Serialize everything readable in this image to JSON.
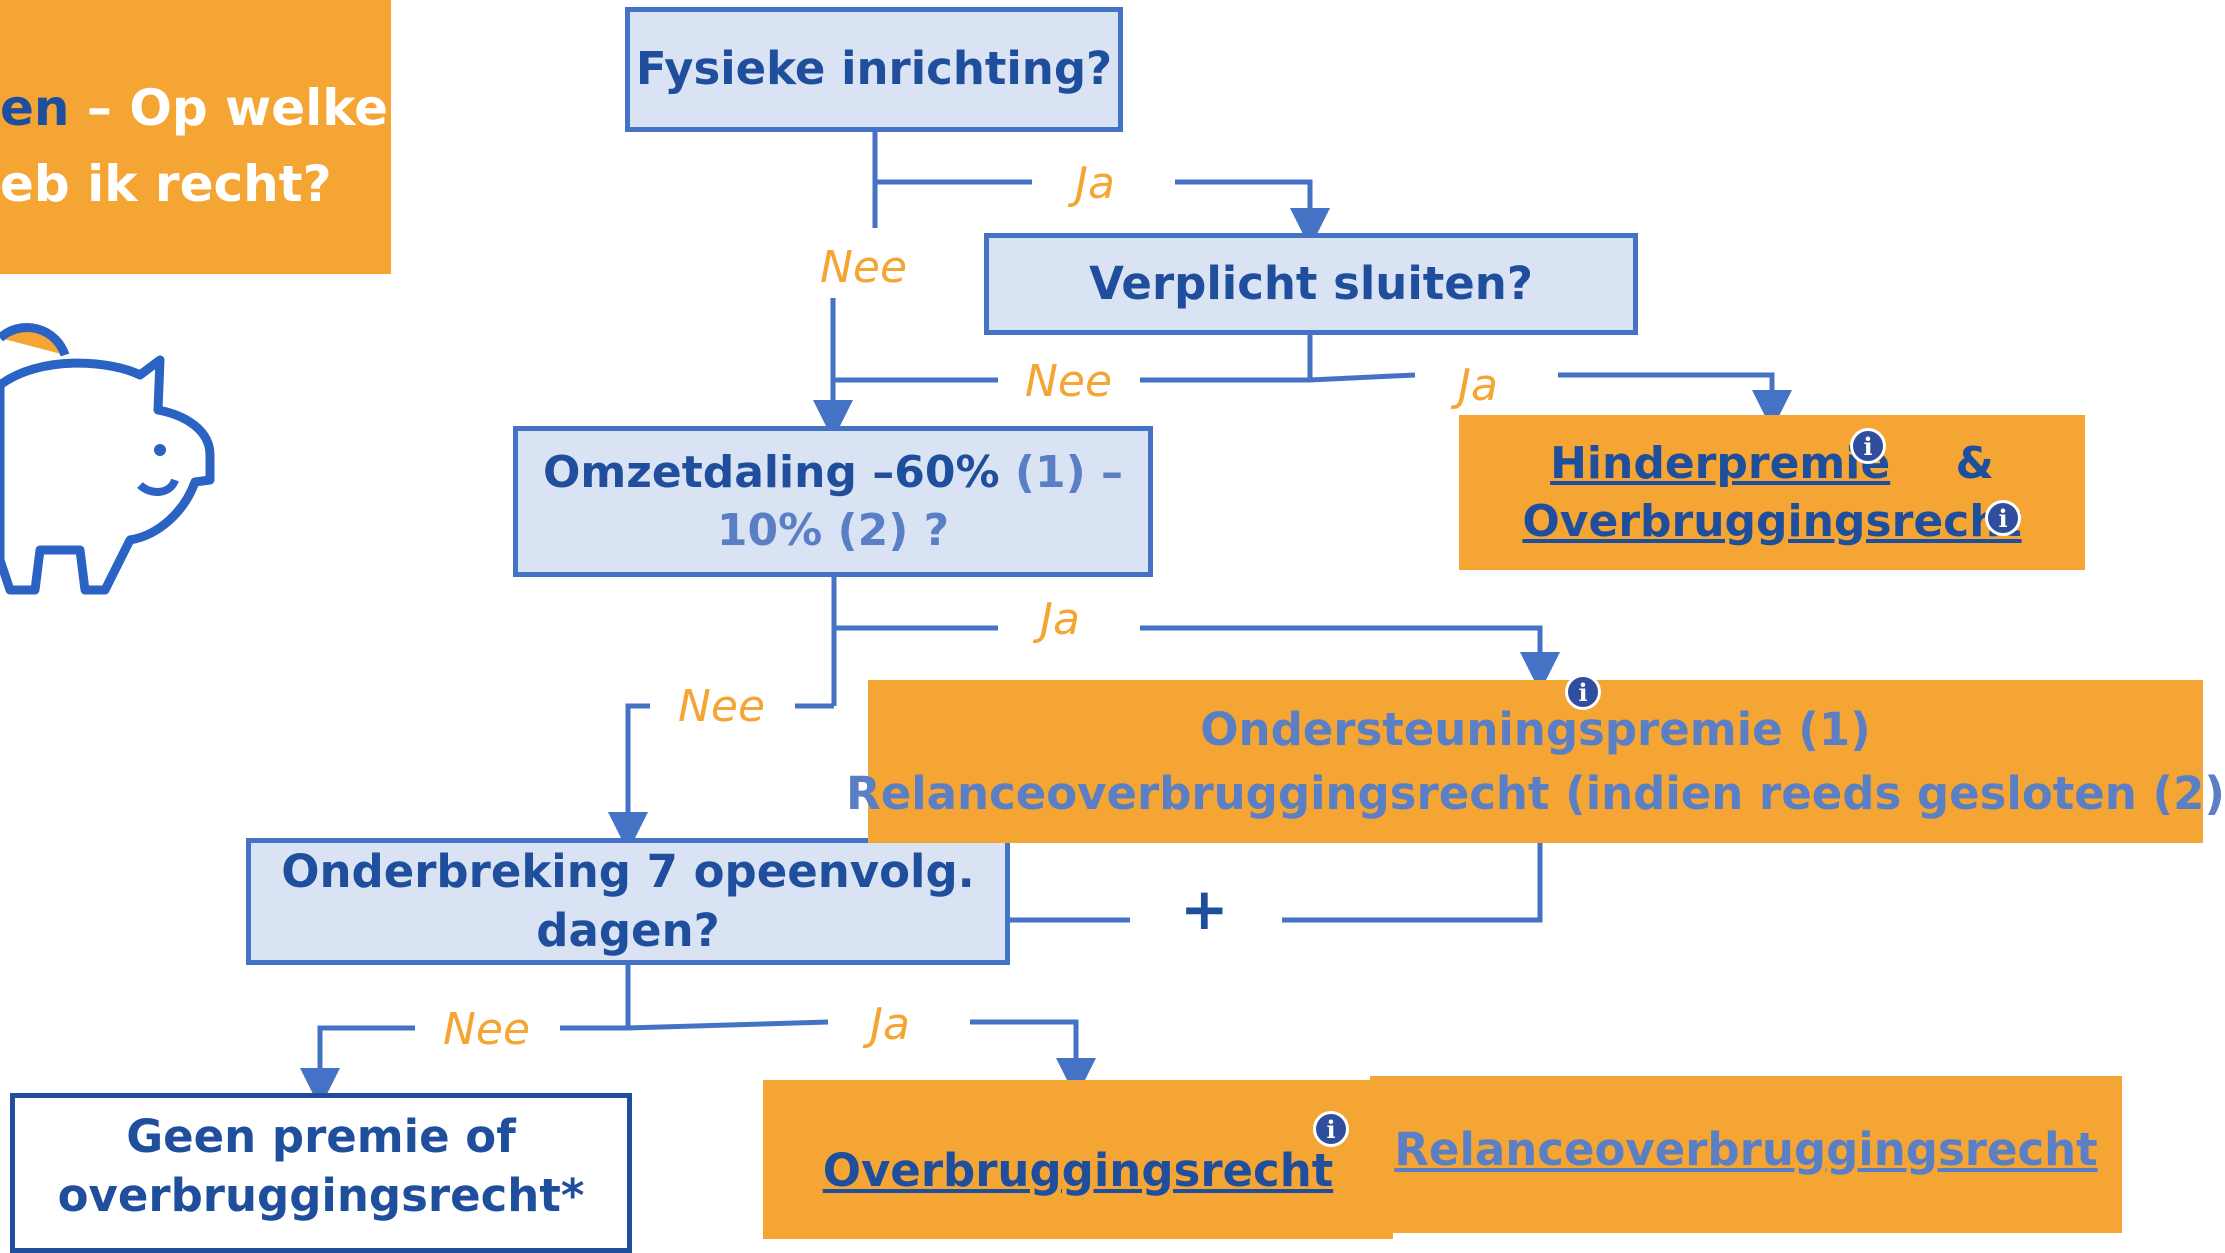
{
  "title": {
    "line1_prefix": "en",
    "line1_rest": " – Op welke",
    "line2": "eb ik recht?"
  },
  "questions": {
    "q1": "Fysieke inrichting?",
    "q2": "Verplicht sluiten?",
    "q3_main": "Omzetdaling –60%",
    "q3_alt1": " (1) –",
    "q3_alt2": "10% (2) ?",
    "q4_line1": "Onderbreking 7 opeenvolg.",
    "q4_line2": "dagen?"
  },
  "answers": {
    "ja": "Ja",
    "nee": "Nee",
    "plus": "+"
  },
  "results": {
    "hinderpremie": "Hinderpremie",
    "ampersand": "&",
    "overbrugging_top": "Overbruggingsrecht",
    "ondersteuning": "Ondersteuningspremie (1)",
    "relance_long": "Relanceoverbruggingsrecht (indien reeds gesloten (2)",
    "overbrugging_bottom": "Overbruggingsrecht",
    "relance_bottom": "Relanceoverbruggingsrecht",
    "geen_line1": "Geen premie of",
    "geen_line2": "overbruggingsrecht*"
  },
  "icons": {
    "info": "info-icon",
    "piggy": "piggy-bank-icon"
  },
  "colors": {
    "accent_orange": "#f4a533",
    "box_fill": "#dae3f3",
    "line_blue": "#4472c4",
    "text_navy": "#1f4e9d"
  }
}
